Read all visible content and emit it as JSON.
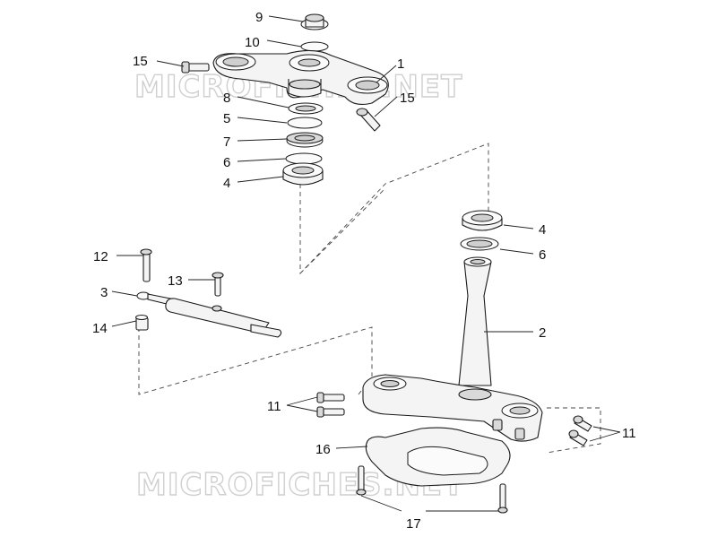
{
  "watermark": {
    "text": "MICROFICHES.NET"
  },
  "callouts": {
    "c1": "1",
    "c2": "2",
    "c3": "3",
    "c4a": "4",
    "c4b": "4",
    "c5": "5",
    "c6a": "6",
    "c6b": "6",
    "c7": "7",
    "c8": "8",
    "c9": "9",
    "c10": "10",
    "c11a": "11",
    "c11b": "11",
    "c12": "12",
    "c13": "13",
    "c14": "14",
    "c15a": "15",
    "c15b": "15",
    "c16": "16",
    "c17": "17"
  }
}
